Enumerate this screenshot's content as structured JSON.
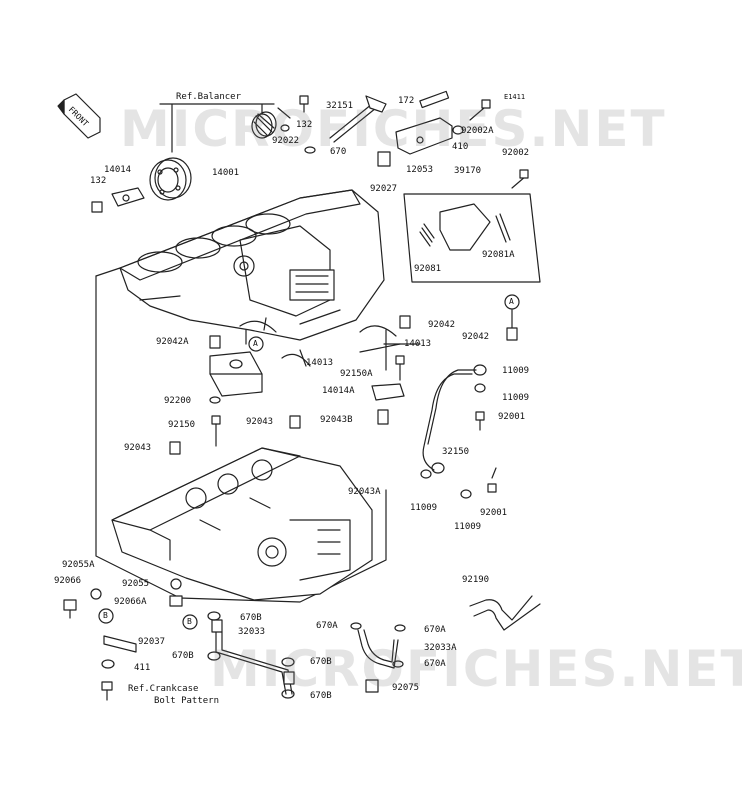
{
  "diagram_code": "E1411",
  "front_label": "FRONT",
  "watermark": "MICROFICHES.NET",
  "refs": {
    "balancer": "Ref.Balancer",
    "crankcase_line1": "Ref.Crankcase",
    "crankcase_line2": "Bolt Pattern"
  },
  "callouts": {
    "a": "A",
    "b": "B"
  },
  "parts": {
    "p132_top": "132",
    "p132_left": "132",
    "p92022": "92022",
    "p32151": "32151",
    "p670": "670",
    "p172": "172",
    "p92002A": "92002A",
    "p410": "410",
    "p12053": "12053",
    "p92027": "92027",
    "p39170": "39170",
    "p92002": "92002",
    "p92081": "92081",
    "p92081A": "92081A",
    "p14014": "14014",
    "p14001": "14001",
    "p92042_mid": "92042",
    "p92042_right": "92042",
    "p92042A": "92042A",
    "p14013_right": "14013",
    "p14013_mid": "14013",
    "p92150A": "92150A",
    "p14014A": "14014A",
    "p11009_1": "11009",
    "p11009_2": "11009",
    "p11009_3": "11009",
    "p11009_4": "11009",
    "p92001_1": "92001",
    "p92001_2": "92001",
    "p32150": "32150",
    "p92200": "92200",
    "p92150": "92150",
    "p92043_left": "92043",
    "p92043_mid": "92043",
    "p92043B": "92043B",
    "p92043A": "92043A",
    "p92055A": "92055A",
    "p92066": "92066",
    "p92055": "92055",
    "p92066A": "92066A",
    "p92037": "92037",
    "p411": "411",
    "p670B_1": "670B",
    "p670B_2": "670B",
    "p670B_3": "670B",
    "p670B_4": "670B",
    "p32033": "32033",
    "p670A_1": "670A",
    "p670A_2": "670A",
    "p670A_3": "670A",
    "p32033A": "32033A",
    "p92075": "92075",
    "p92190": "92190"
  }
}
